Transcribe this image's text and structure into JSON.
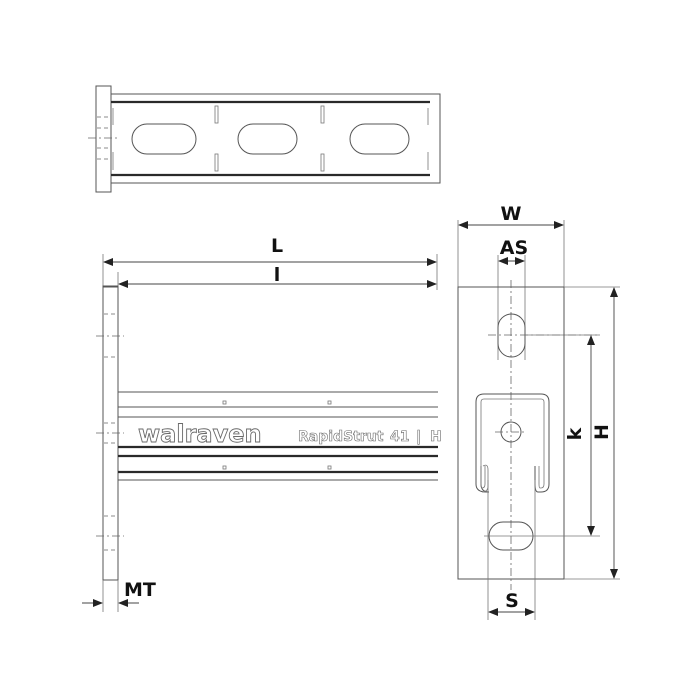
{
  "drawing": {
    "title": "Walraven RapidStrut 41 wall bracket dimension drawing",
    "brand_text": "walraven",
    "product_text": "RapidStrut",
    "size_text": "41",
    "separator_text": "|",
    "trailing_text": "H",
    "views": [
      "top-view",
      "side-view",
      "end-view"
    ]
  },
  "dimensions": {
    "L": "L",
    "l": "l",
    "MT": "MT",
    "W": "W",
    "AS": "AS",
    "k": "k",
    "H": "H",
    "S": "S"
  },
  "colors": {
    "line": "#555555",
    "thick_line": "#2a2a2a",
    "text": "#111111",
    "background": "#ffffff"
  }
}
